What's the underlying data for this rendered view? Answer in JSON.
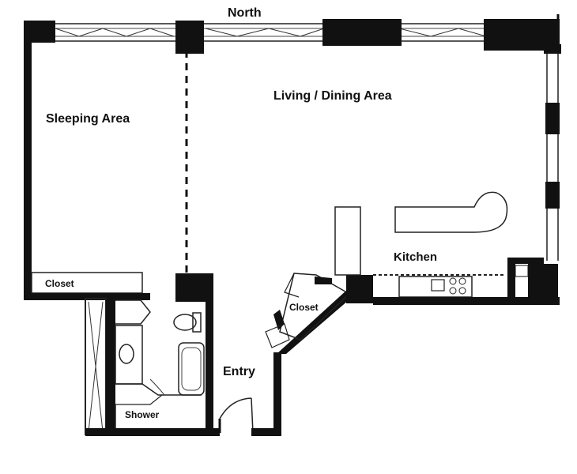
{
  "labels": {
    "north": "North",
    "living": "Living / Dining Area",
    "sleeping": "Sleeping Area",
    "kitchen": "Kitchen",
    "closet_main": "Closet",
    "closet_entry": "Closet",
    "entry": "Entry",
    "shower": "Shower"
  },
  "colors": {
    "wall": "#111111",
    "line": "#222222",
    "background": "#ffffff"
  }
}
